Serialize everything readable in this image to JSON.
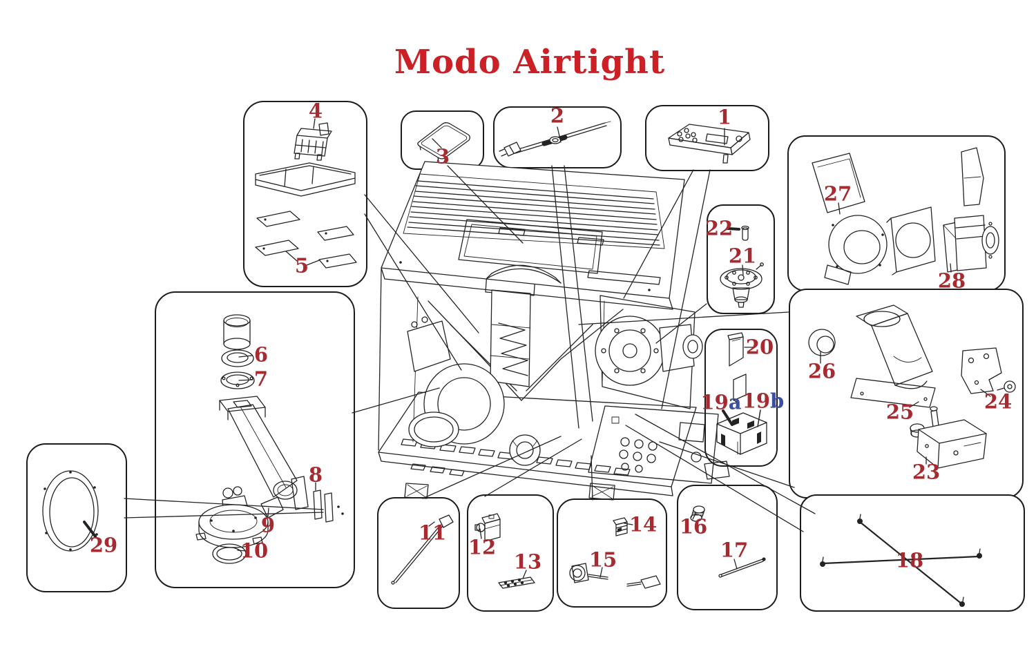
{
  "title": "Modo Airtight",
  "colors": {
    "title": "#cb2026",
    "label": "#a62b30",
    "suffix_blue": "#3d4fa1",
    "line": "#232323"
  },
  "parts": {
    "n1": "1",
    "n2": "2",
    "n3": "3",
    "n4": "4",
    "n5": "5",
    "n6": "6",
    "n7": "7",
    "n8": "8",
    "n9": "9",
    "n10": "10",
    "n11": "11",
    "n12": "12",
    "n13": "13",
    "n14": "14",
    "n15": "15",
    "n16": "16",
    "n17": "17",
    "n18": "18",
    "n19a": {
      "num": "19",
      "suffix": "a"
    },
    "n19b": {
      "num": "19",
      "suffix": "b"
    },
    "n20": "20",
    "n21": "21",
    "n22": "22",
    "n23": "23",
    "n24": "24",
    "n25": "25",
    "n26": "26",
    "n27": "27",
    "n28": "28",
    "n29": "29"
  }
}
